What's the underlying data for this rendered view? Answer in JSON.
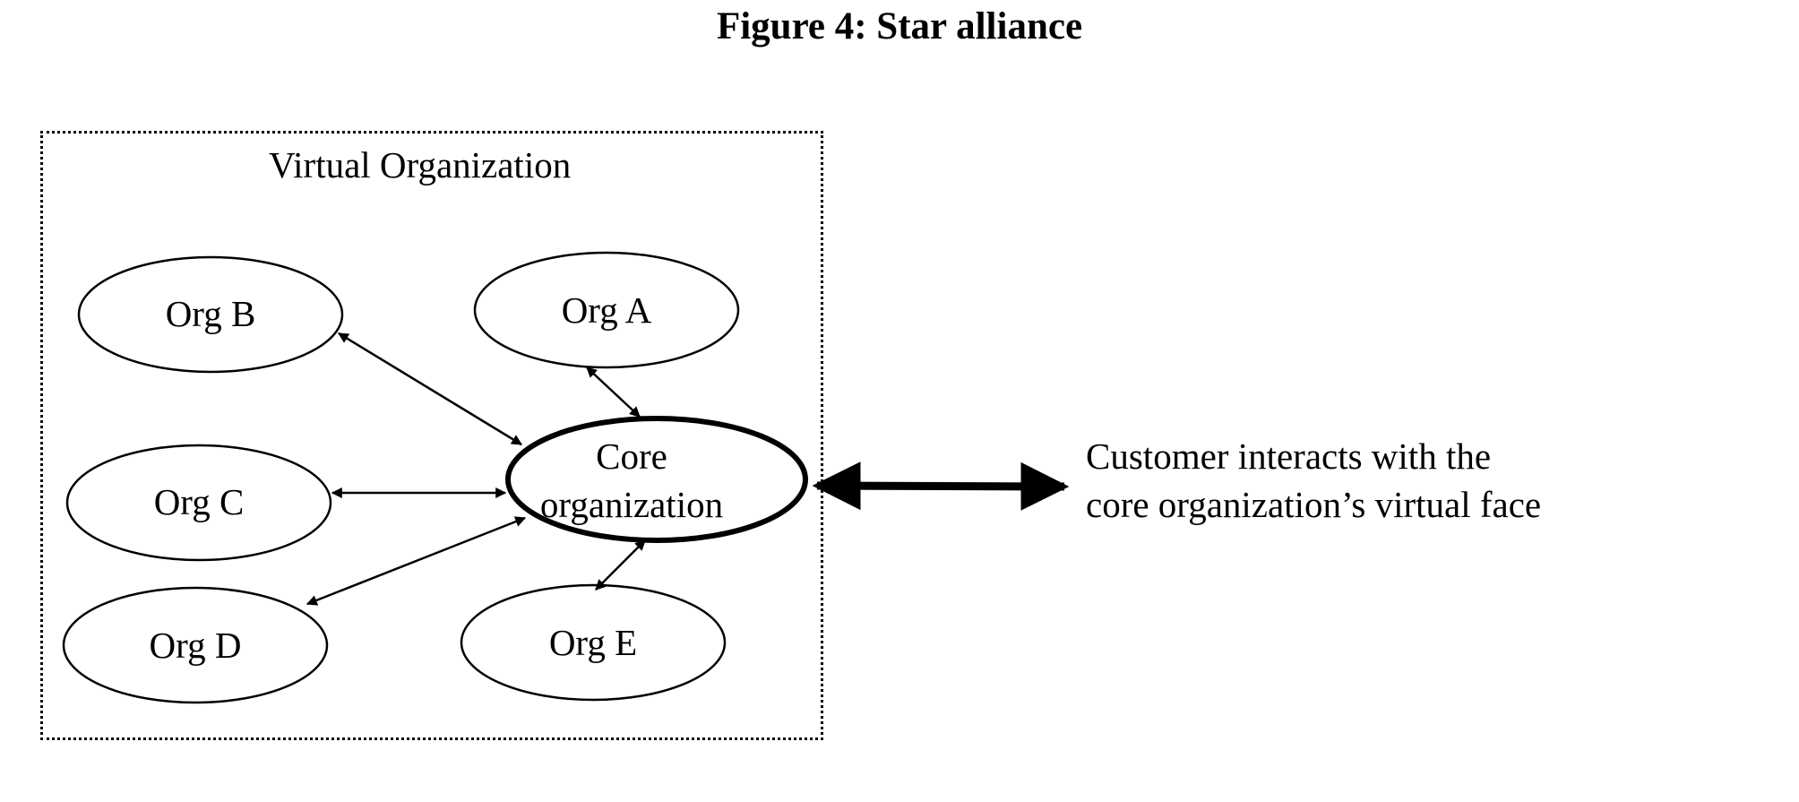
{
  "figure": {
    "title": "Figure 4: Star alliance"
  },
  "container": {
    "label": "Virtual Organization"
  },
  "nodes": {
    "org_a": "Org A",
    "org_b": "Org B",
    "org_c": "Org C",
    "org_d": "Org D",
    "org_e": "Org E",
    "core_line1": "Core",
    "core_line2": "organization"
  },
  "customer": {
    "line1": "Customer interacts with the",
    "line2": "core organization’s virtual face"
  },
  "edges": [
    {
      "from": "org_b",
      "to": "core",
      "style": "double-arrow"
    },
    {
      "from": "org_a",
      "to": "core",
      "style": "double-arrow"
    },
    {
      "from": "org_c",
      "to": "core",
      "style": "double-arrow"
    },
    {
      "from": "org_d",
      "to": "core",
      "style": "double-arrow"
    },
    {
      "from": "org_e",
      "to": "core",
      "style": "double-arrow"
    },
    {
      "from": "core",
      "to": "customer",
      "style": "bold-double-arrow"
    }
  ],
  "colors": {
    "ink": "#000000",
    "background": "#ffffff"
  }
}
